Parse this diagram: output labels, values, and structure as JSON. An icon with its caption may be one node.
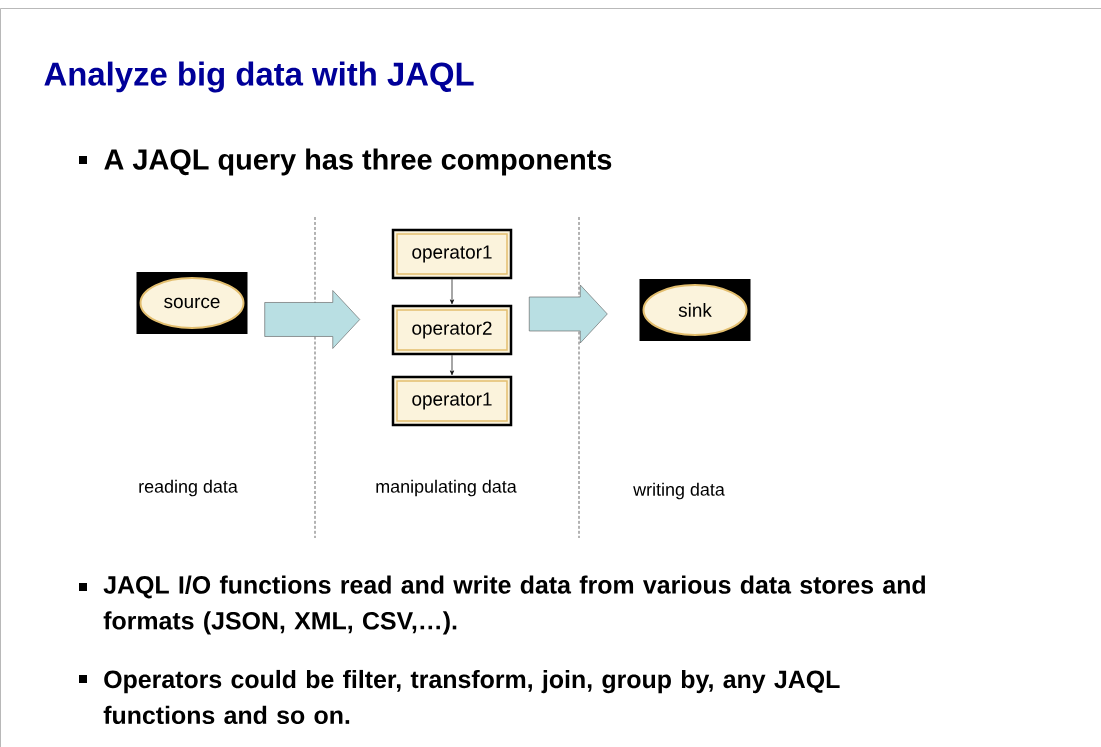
{
  "diagram": {
    "title": "Analyze big data with JAQL",
    "nodes": [
      {
        "text": [
          "source"
        ]
      },
      {
        "text": [
          "operator1"
        ]
      },
      {
        "text": [
          "operator2"
        ]
      },
      {
        "text": [
          "operator1"
        ]
      },
      {
        "text": [
          "sink"
        ]
      }
    ],
    "edges": [
      {
        "from": 0,
        "to": 2,
        "arrow": "to",
        "style": "thick",
        "color": "#b9dfe3"
      },
      {
        "from": 1,
        "to": 2,
        "arrow": "to"
      },
      {
        "from": 2,
        "to": 3,
        "arrow": "to"
      },
      {
        "from": 2,
        "to": 4,
        "arrow": "to",
        "style": "thick",
        "color": "#b9dfe3"
      }
    ],
    "labels": [
      "A JAQL query has three components",
      "reading data",
      "manipulating data",
      "writing data",
      "JAQL I/O functions read and write data from various data stores and formats (JSON, XML, CSV,…).",
      "Operators could be filter, transform, join, group by, any JAQL functions and so on."
    ]
  }
}
